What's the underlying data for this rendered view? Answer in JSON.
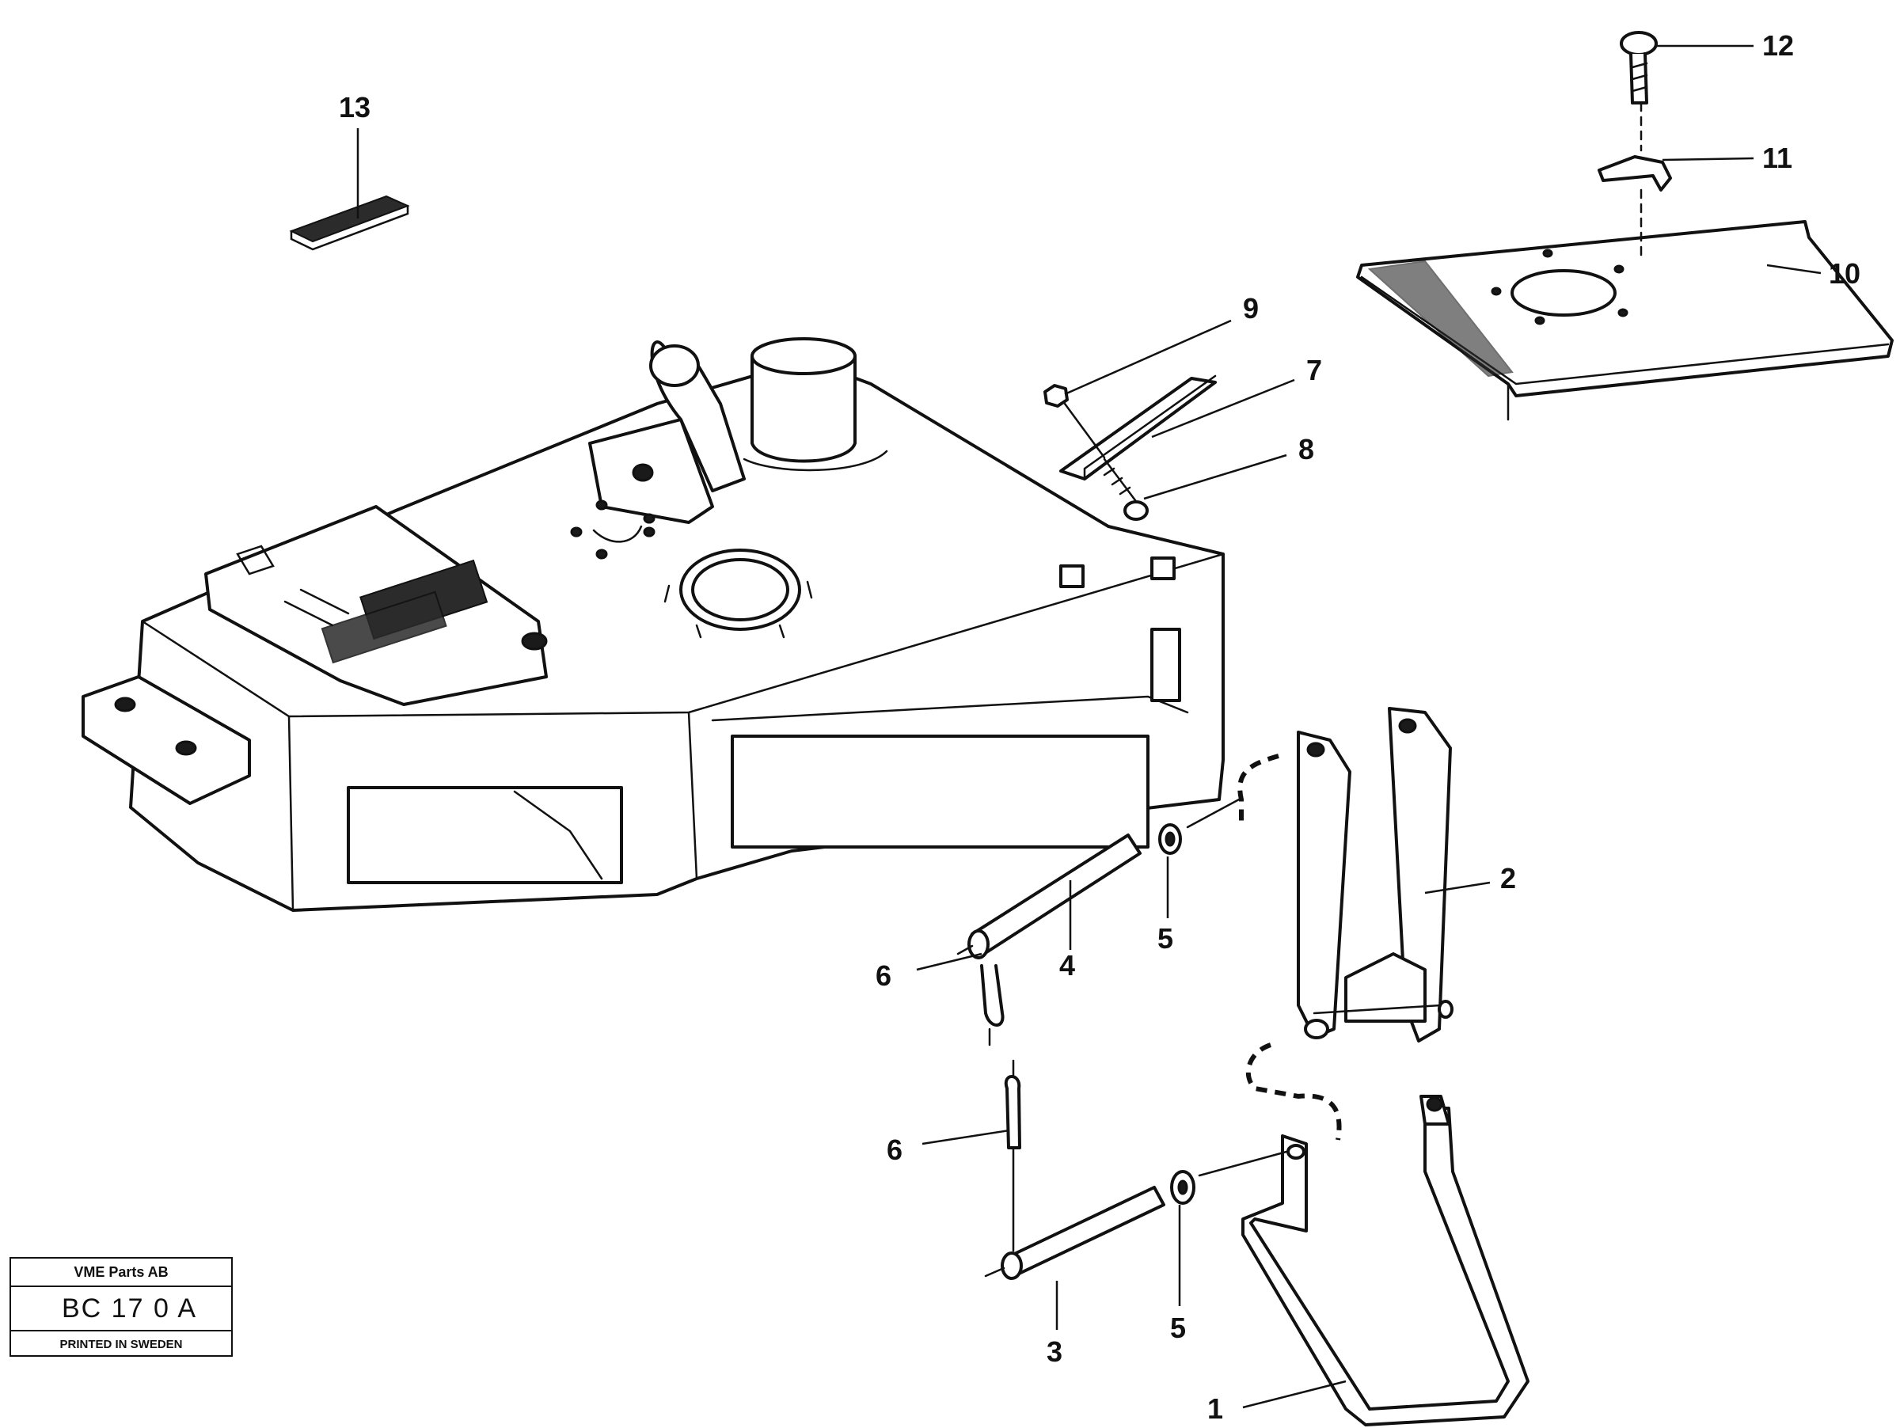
{
  "callouts": [
    {
      "id": "c1",
      "text": "1"
    },
    {
      "id": "c2",
      "text": "2"
    },
    {
      "id": "c3",
      "text": "3"
    },
    {
      "id": "c4",
      "text": "4"
    },
    {
      "id": "c5a",
      "text": "5"
    },
    {
      "id": "c5b",
      "text": "5"
    },
    {
      "id": "c6a",
      "text": "6"
    },
    {
      "id": "c6b",
      "text": "6"
    },
    {
      "id": "c7",
      "text": "7"
    },
    {
      "id": "c8",
      "text": "8"
    },
    {
      "id": "c9",
      "text": "9"
    },
    {
      "id": "c10",
      "text": "10"
    },
    {
      "id": "c11",
      "text": "11"
    },
    {
      "id": "c12",
      "text": "12"
    },
    {
      "id": "c13",
      "text": "13"
    }
  ],
  "title_block": {
    "company": "VME Parts AB",
    "code": "BC 17 0 A",
    "printed": "PRINTED IN SWEDEN"
  }
}
